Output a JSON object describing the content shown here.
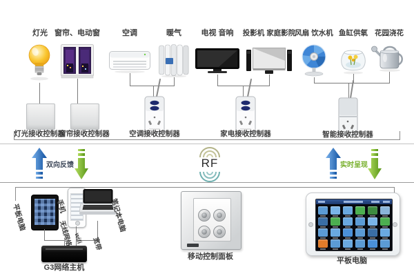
{
  "top_devices": [
    {
      "label": "灯光"
    },
    {
      "label": "窗帘、电动窗"
    },
    {
      "label": "空调"
    },
    {
      "label": "暖气"
    },
    {
      "label": "电视 音响"
    },
    {
      "label": "投影机 家庭影院"
    },
    {
      "label": "风扇 饮水机"
    },
    {
      "label": "鱼缸供氧"
    },
    {
      "label": "花园浇花"
    }
  ],
  "receivers": [
    {
      "label": "灯光接收控制器"
    },
    {
      "label": "窗帘接收控制器"
    },
    {
      "label": "空调接收控制器"
    },
    {
      "label": "家电接收控制器"
    },
    {
      "label": "智能接收控制器"
    }
  ],
  "middle": {
    "left_flow": "双向反馈",
    "rf": "RF",
    "right_flow": "实时呈现"
  },
  "bottom": {
    "tablet_small": "平板电脑",
    "phone": "手机",
    "laptop": "笔记本电脑",
    "wireless": "无线网络",
    "wifi": "wifi",
    "broadband": "宽带",
    "host": "G3网络主机",
    "panel": "移动控制面板",
    "tablet_large": "平板电脑"
  },
  "colors": {
    "connector_line": "#7a7a7a",
    "arrow_blue": "#1f63b5",
    "arrow_green": "#76b82a",
    "flow_left_text": "#3c4658",
    "flow_right_text": "#78b02c",
    "rf_arc_top": "#b8b890",
    "rf_arc_bottom": "#74b3b3"
  },
  "tablet_screen": {
    "app_grid": [
      [
        "#5b9bd5",
        "#7ab4e8",
        "#6aa9e0",
        "#4caf50",
        "#3d8b40",
        "#8ab4d8"
      ],
      [
        "#3a6ea5",
        "#4caf50",
        "#6aa9e0",
        "#5b9bd5",
        "#7ab4e8",
        "#4caf50"
      ],
      [
        "#5b9bd5",
        "#6aa9e0",
        "#4a90d9",
        "#5b9bd5",
        "#3a6ea5",
        "#6aa9e0"
      ],
      [
        "#e07b2a",
        "#5b9bd5",
        "#6aa9e0",
        "#5b9bd5",
        "#4a90d9",
        "#5b9bd5"
      ]
    ]
  }
}
